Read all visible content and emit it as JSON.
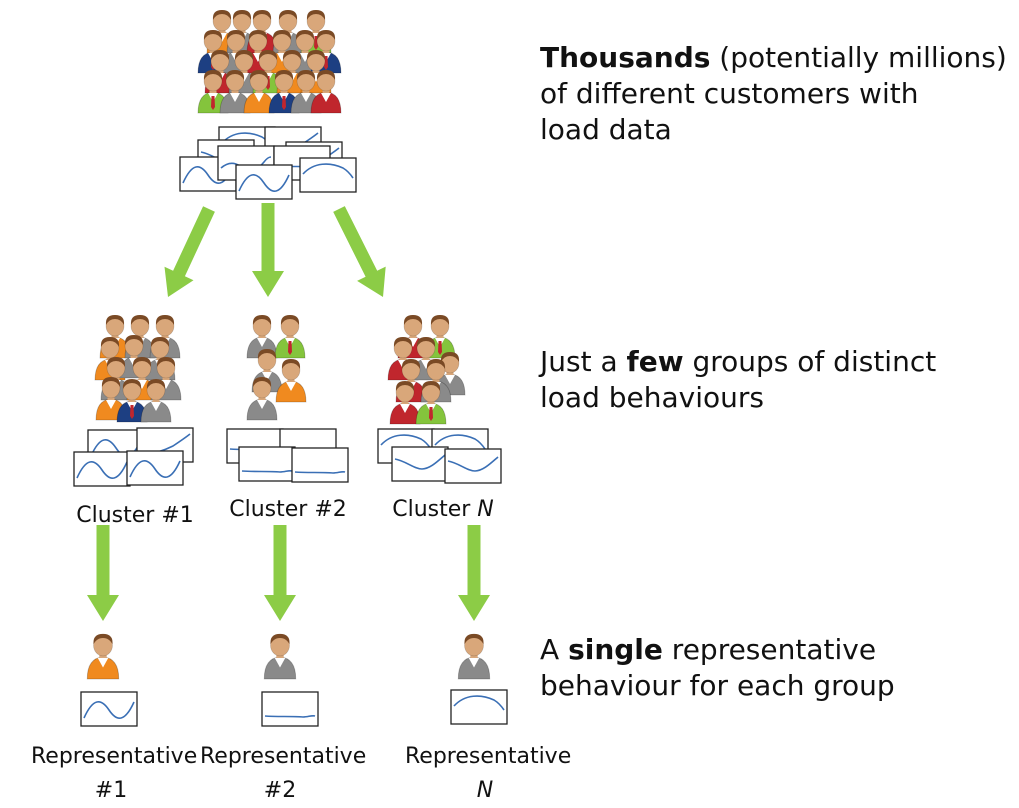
{
  "descriptions": {
    "top": {
      "bold": "Thousands",
      "rest": " (potentially millions)",
      "line2": "of different customers with",
      "line3": "load data"
    },
    "middle": {
      "pre": "Just a ",
      "bold": "few",
      "rest": " groups of distinct",
      "line2": "load behaviours"
    },
    "bottom": {
      "pre": "A ",
      "bold": "single",
      "rest": " representative",
      "line2": "behaviour for each group"
    }
  },
  "clusters": [
    {
      "text": "Cluster #1",
      "italic": ""
    },
    {
      "text": "Cluster #2",
      "italic": ""
    },
    {
      "text": "Cluster ",
      "italic": "N"
    }
  ],
  "representatives": [
    {
      "line1": "Representative",
      "line2": "#1",
      "italic": false
    },
    {
      "line1": "Representative",
      "line2": "#2",
      "italic": false
    },
    {
      "line1": "Representative",
      "line2": "N",
      "italic": true
    }
  ],
  "colors": {
    "arrow": "#8ccc46",
    "skin": "#d9a77a",
    "hair": "#7a4a25",
    "gray": "#8a8a8a",
    "orange": "#f08a1f",
    "navy": "#1d3f82",
    "red": "#c0262d",
    "green": "#84c43c",
    "curve": "#3a6fb5"
  }
}
